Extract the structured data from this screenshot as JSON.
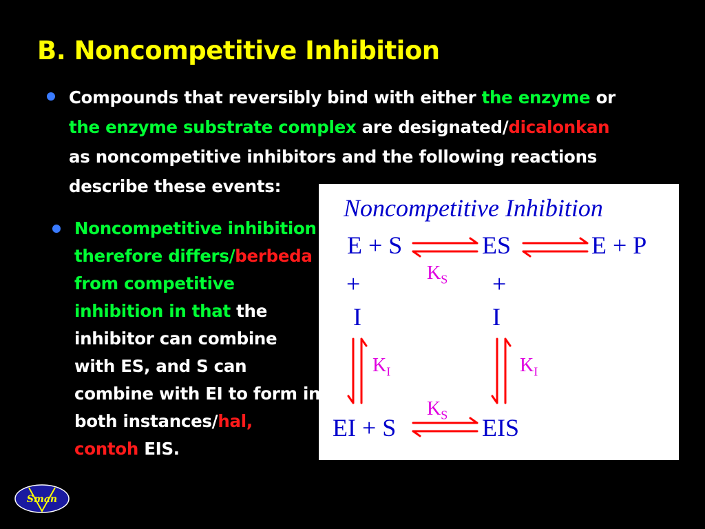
{
  "slide": {
    "title": "B. Noncompetitive Inhibition",
    "bullet1": {
      "p1": "Compounds that reversibly bind with either ",
      "p2": "the enzyme",
      "p3": " or",
      "p4": "the enzyme substrate complex",
      "p5": " are designated/",
      "p6": "dicalonkan",
      "p7": "as noncompetitive inhibitors and the following reactions describe these events:"
    },
    "bullet2": {
      "p1": "Noncompetitive inhibition therefore differs/",
      "p2": "berbeda",
      "p3": " from competitive inhibition in that",
      "p4": " the inhibitor can combine with ES, and S can combine with EI to form in both instances/",
      "p5": "hal, contoh",
      "p6": " EIS."
    }
  },
  "diagram": {
    "title": "Noncompetitive Inhibition",
    "e_plus_s": "E + S",
    "es": "ES",
    "e_plus_p": "E + P",
    "plus": "+",
    "i": "I",
    "ei_plus_s": "EI + S",
    "eis": "EIS",
    "ks": "K",
    "ks_sub": "S",
    "ki": "K",
    "ki_sub": "I"
  },
  "logo": {
    "text": "Sman"
  },
  "colors": {
    "title": "#ffff00",
    "highlight_green": "#00ff33",
    "highlight_red": "#ff1a1a",
    "diagram_text": "#0000cc",
    "constant_text": "#e000e0",
    "arrow": "#ff0000",
    "bullet": "#3a7bff"
  }
}
